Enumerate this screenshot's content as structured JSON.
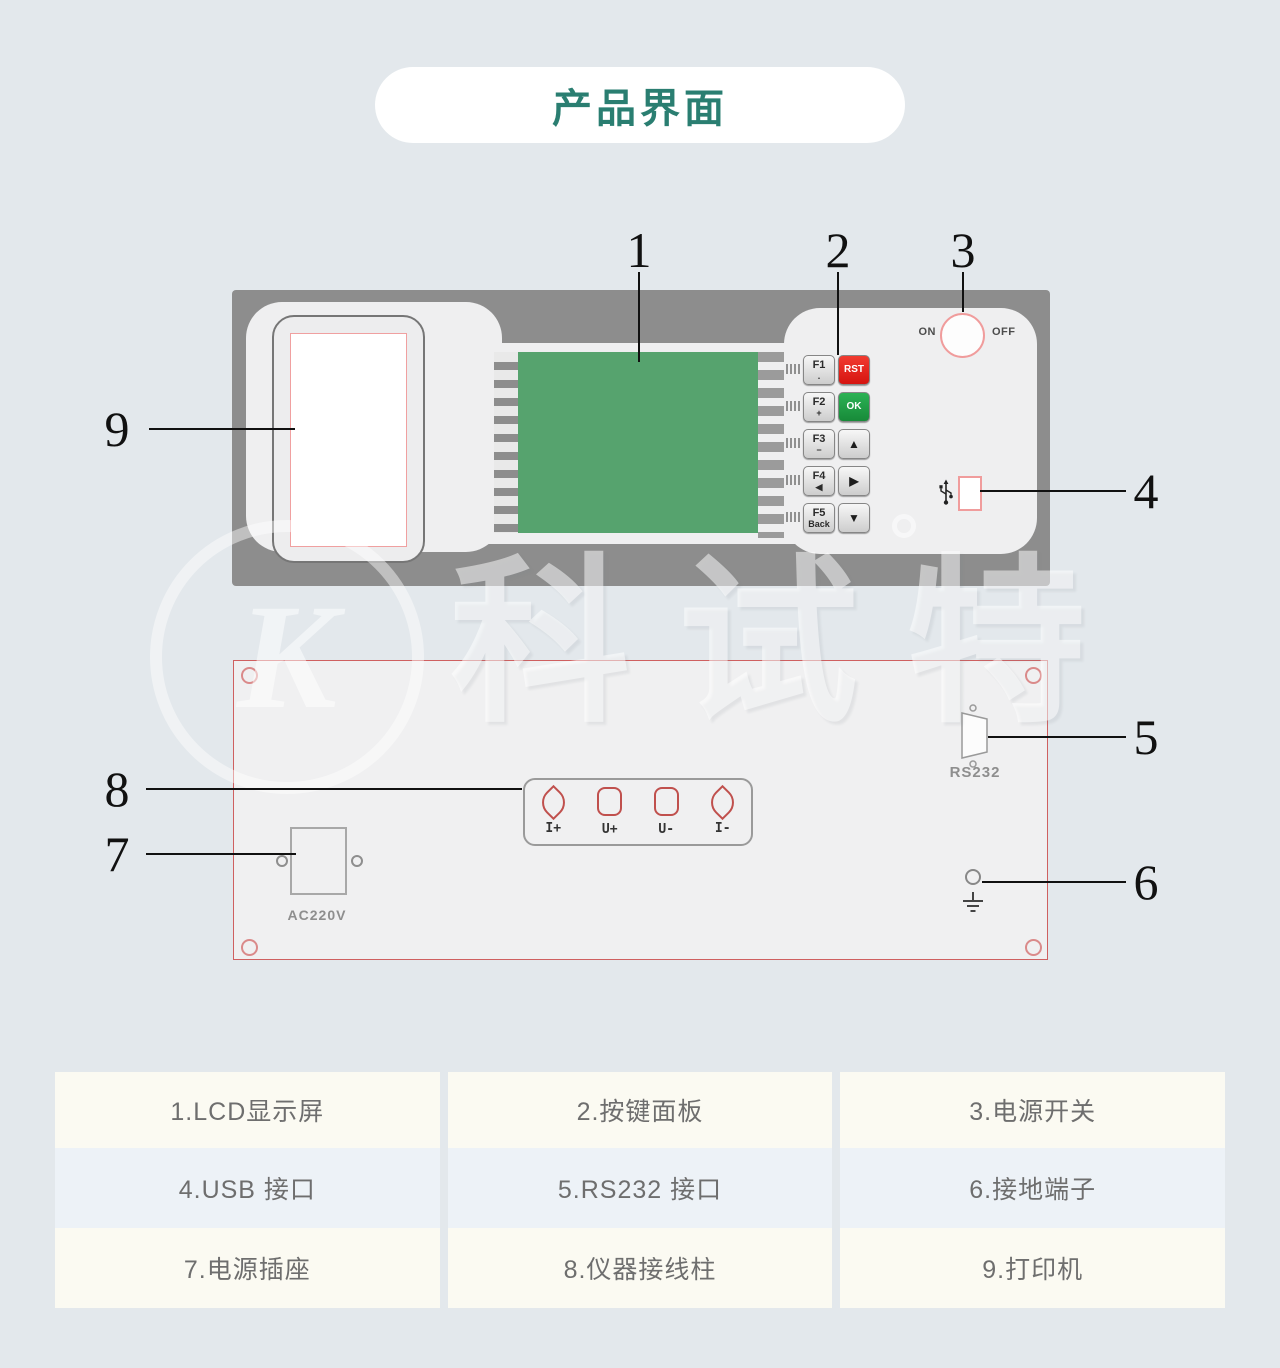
{
  "title": {
    "text": "产品界面"
  },
  "watermark": {
    "logo_letter": "K",
    "text": "科试特"
  },
  "callouts": [
    "1",
    "2",
    "3",
    "4",
    "5",
    "6",
    "7",
    "8",
    "9"
  ],
  "front_panel": {
    "power": {
      "on": "ON",
      "off": "OFF"
    },
    "fkeys": [
      {
        "main": "F1",
        "sub": "."
      },
      {
        "main": "F2",
        "sub": "+"
      },
      {
        "main": "F3",
        "sub": "−"
      },
      {
        "main": "F4",
        "sub": "◀"
      },
      {
        "main": "F5",
        "sub": "Back"
      }
    ],
    "action_keys": [
      {
        "label": "RST"
      },
      {
        "label": "OK"
      },
      {
        "label": "▲"
      },
      {
        "label": "▶"
      },
      {
        "label": "▼"
      }
    ]
  },
  "back_panel": {
    "rs232_label": "RS232",
    "ac_label": "AC220V",
    "posts": [
      {
        "label": "I+"
      },
      {
        "label": "U+"
      },
      {
        "label": "U-"
      },
      {
        "label": "I-"
      }
    ]
  },
  "legend": {
    "rows": [
      [
        "1.LCD显示屏",
        "2.按键面板",
        "3.电源开关"
      ],
      [
        "4.USB 接口",
        "5.RS232 接口",
        "6.接地端子"
      ],
      [
        "7.电源插座",
        "8.仪器接线柱",
        "9.打印机"
      ]
    ]
  }
}
